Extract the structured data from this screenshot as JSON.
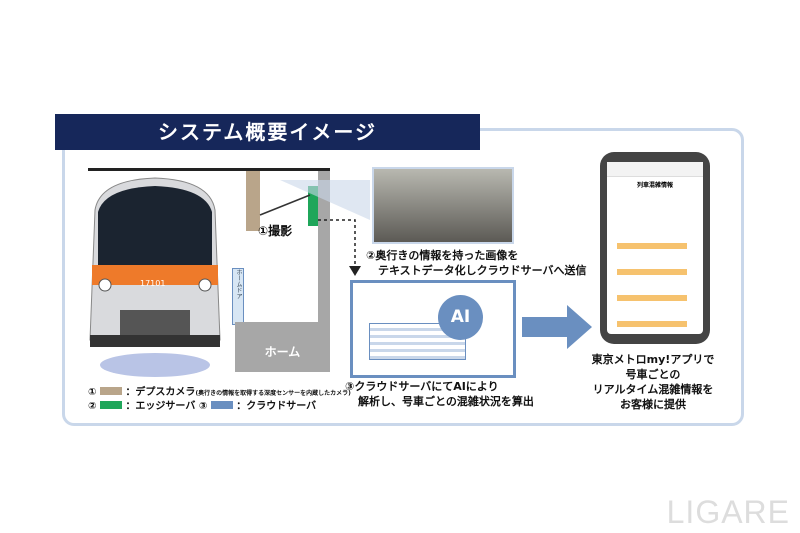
{
  "title": "システム概要イメージ",
  "camera_label": "①撮影",
  "step2": [
    "②奥行きの情報を持った画像を",
    "テキストデータ化しクラウドサーバへ送信"
  ],
  "step3": [
    "③クラウドサーバにてAIにより",
    "解析し、号車ごとの混雑状況を算出"
  ],
  "ai_label": "AI",
  "platform_label": "ホーム",
  "door_label": "ホームドア",
  "train_number": "17101",
  "legend": {
    "item1_num": "①",
    "item1": "：デプスカメラ",
    "item1_note": "(奥行きの情報を取得する深度センサーを内蔵したカメラ)",
    "item2_num": "②",
    "item2": "：エッジサーバ",
    "item3_num": "③",
    "item3": "：クラウドサーバ"
  },
  "app_caption": [
    "東京メトロmy!アプリで",
    "号車ごとの",
    "リアルタイム混雑情報を",
    "お客様に提供"
  ],
  "phone": {
    "header": "列車混雑情報",
    "stations": [
      "",
      "",
      "",
      ""
    ]
  },
  "watermark": "LIGARE",
  "colors": {
    "camera": "#b9a58a",
    "edge": "#1fa65a",
    "cloud": "#6a8fc0",
    "navy": "#16275a"
  }
}
